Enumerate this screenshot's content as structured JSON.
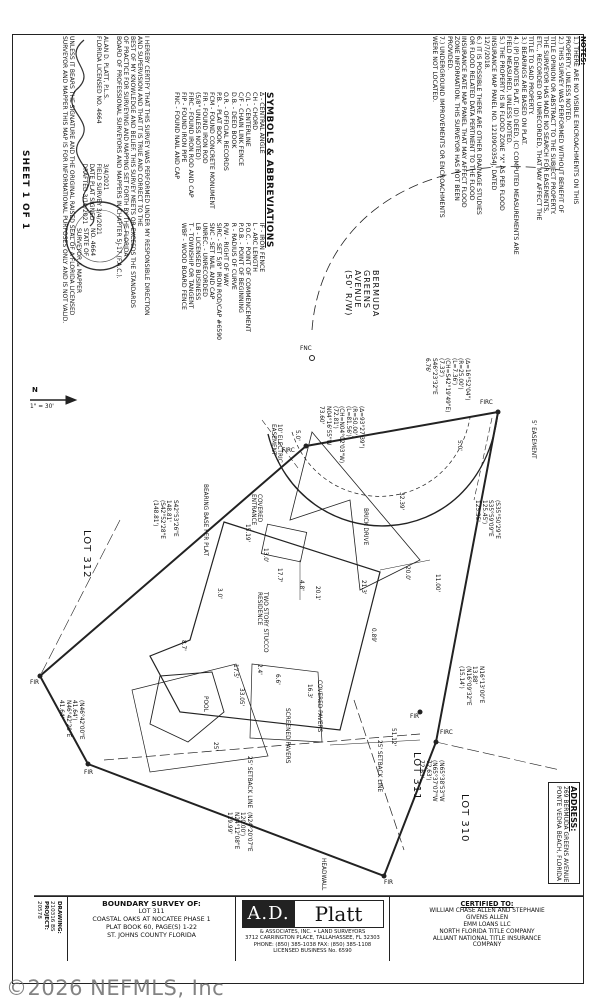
{
  "notes": {
    "heading": "NOTES:",
    "lines": [
      "1.) THERE ARE NO VISIBLE ENCROACHMENTS ON THIS",
      "PROPERTY, UNLESS NOTED.",
      "2.) THIS SURVEY WAS PERFORMED WITHOUT BENEFIT OF",
      "TITLE OPINION OR ABSTRACT TO THE SUBJECT PROPERTY.",
      "THE SURVEYOR HAS MADE NO SEARCH FOR EASEMENTS,",
      "ETC., RECORDED OR UNRECORDED, THAT MAY AFFECT THE",
      "TITLE TO SAID PROPERTY.",
      "3.) BEARINGS ARE BASED ON PLAT.",
      "4.) (P) DENOTES PLAT, (D) DEED, (C) COMPUTED MEASUREMENTS ARE",
      "FIELD MEASURED, UNLESS NOTED.",
      "5.) THE PROPERTY IS IN FLOOD ZONE \"X\" AS PER FLOOD",
      "INSURANCE MAP PANEL NO. 12109C0354J, DATED",
      "12/7/2018.",
      "6.) IT IS POSSIBLE THERE ARE OTHER DRAINAGE STUDIES",
      "OR FLOOD RELATED DATA PERTINENT TO THE FLOOD",
      "INSURANCE RATE MAP PANEL THAT MAY AFFECT FLOOD",
      "ZONE INFORMATION. THIS SURVEYOR HAS NOT BEEN",
      "PROVIDED.",
      "7.) UNDERGROUND IMPROVEMENTS OR ENCROACHMENTS",
      "WERE NOT LOCATED."
    ]
  },
  "symbols": {
    "heading": "SYMBOLS & ABBREVIATIONS",
    "col1": [
      "∆ - CENTRAL ANGLE",
      "CH - CHORD",
      "C/L - CENTERLINE",
      "C/F - CHAIN LINK FENCE",
      "D.B. - DEED BOOK",
      "O.R. - OFFICIAL RECORDS",
      "P.B. - PLAT BOOK",
      "FCM - FOUND CONCRETE MONUMENT",
      "FIR - FOUND IRON ROD",
      "(5/8\" UNLESS NOTED)",
      "FIRC - FOUND IRON ROD AND CAP",
      "FIP - FOUND IRON PIPE",
      "FNC - FOUND NAIL AND CAP"
    ],
    "col2": [
      "IF - IRON FENCE",
      "L - ARC LENGTH",
      "P.O.C. - POINT OF COMMENCEMENT",
      "P.O.B. - POINT OF BEGINNING",
      "R - RADIUS OF CURVE",
      "R/W - RIGHT OF WAY",
      "SIRC - SET 5/8\" IRON ROD/CAP #6590",
      "SNC - SET NAIL AND CAP",
      "UNREC. - UNRECORDED",
      "LB - LICENSED BUSINESS",
      "T - TOWNSHIP OR TANGENT",
      "WBF - WOOD BOARD FENCE"
    ]
  },
  "certification": {
    "lines": [
      "I HEREBY CERTIFY THAT THIS SURVEY WAS PERFORMED UNDER MY RESPONSIBLE DIRECTION",
      "AND SUPERVISION AND THAT IT IS TRUE AND CORRECT TO THE",
      "BEST OF MY KNOWLEDGE AND BELIEF. THIS SURVEY MEETS OR EXCEEDS THE STANDARDS",
      "OF PRACTICE FOR SURVEYING AND MAPPING SET FORTH BY THE FLORIDA",
      "BOARD OF PROFESSIONAL SURVEYORS AND MAPPERS IN CHAPTER 5J-17 (F.A.C.)."
    ],
    "signer": [
      "ALAN D. PLATT, P.L.S.",
      "FLORIDA LICENSED NO. 4664"
    ],
    "validity": [
      "UNLESS IT BEARS THE SIGNATURE AND THE ORIGINAL RAISED SEAL OF A FLORIDA LICENSED",
      "SURVEYOR AND MAPPER THIS MAP IS FOR INFORMATIONAL PURPOSES ONLY AND IS NOT VALID."
    ],
    "dates": [
      "FIELD SURVEY 3/4/2021",
      "DATE PLAT SIGNED",
      "DRAFTED 3/10/2021"
    ],
    "signature_date": "3/4/2021",
    "sheet": "SHEET 1 OF 1"
  },
  "seal": {
    "license": "NO. 4664",
    "state": "STATE OF",
    "ring": "SURVEYOR & MAPPER"
  },
  "north": {
    "letter": "N",
    "scale": "1\" = 30'"
  },
  "plat_labels": {
    "street": [
      "BERMUDA",
      "GREENS",
      "AVENUE",
      "(50' R/W)"
    ],
    "lot_312": "LOT 312",
    "lot_311": "LOT 311",
    "lot_310": "LOT 310",
    "electric_easement": [
      "10' ELECTRIC",
      "EASEMENT"
    ],
    "easement_5": "5' EASEMENT",
    "brick_drive": "BRICK DRIVE",
    "residence": [
      "TWO STORY STUCCO",
      "RESIDENCE"
    ],
    "covered_entrance": [
      "COVERED",
      "ENTRANCE"
    ],
    "covered_pavers": "COVERED PAVERS",
    "screened_pavers": "SCREENED PAVERS",
    "pool": "POOL",
    "setback_25": "25' SETBACK LINE",
    "setback_rear": "25' SETBACK LINE",
    "headwall": "HEADWALL",
    "bearing_base": "BEARING BASE PER PLAT",
    "curve1": [
      "(∆=16°52'04\")",
      "(R=25.00')",
      "(L=7.36')",
      "(CH=S42°19'49\"E)",
      "(7.33')",
      "S46°23'32\"E",
      "6.76'"
    ],
    "curve2": [
      "(∆=93°27'39\")",
      "(R=50.00')",
      "(L=81.56')",
      "(CH=N04°02'03\"W)",
      "(72.81')",
      "N04°16'55\"W",
      "73.60'"
    ],
    "line_s35": [
      "(S35°50'29\"E",
      "S35°59'09\"E",
      "125.45')",
      "125.35'"
    ],
    "line_n16": [
      "N16°13'00\"E",
      "13.88'",
      "(N16°09'32\"E",
      "(15.14')"
    ],
    "line_n46": [
      "(N46°42'00\"E",
      "41.64')",
      "N46°42'20\"E",
      "41.64'"
    ],
    "line_n24": [
      "(N24°20'07\"E",
      "120.00')",
      "N24°12'08\"E",
      "119.99'"
    ],
    "line_n65": [
      "(N65°38'53\"W",
      "(N65°37'07\"W",
      "72.63')",
      "72.63'"
    ],
    "line_s42": [
      "S42°53'26\"E",
      "148.81'",
      "(S42°52'28\"E",
      "(148.81')"
    ],
    "dims": [
      "32.39'",
      "20.0'",
      "11.00'",
      "21.3'",
      "15.19'",
      "13.0'",
      "20.1'",
      "4.8'",
      "17.7'",
      "3.0'",
      "0.89'",
      "51.12'",
      "17.5'",
      "2.4'",
      "16.3'",
      "33.05'",
      "25'",
      "6.6'",
      "8.7'",
      "5.0'",
      "5.0'"
    ],
    "markers": {
      "fnc": "FNC",
      "firc1": "FIRC",
      "firc2": "FIRC",
      "firc3": "FIRC",
      "fir1": "FIR",
      "fir2": "FIR",
      "fir3": "FIR",
      "fir4": "FIR"
    }
  },
  "title_block": {
    "drawing_label": "DRAWING:",
    "drawing_no": "210316 BS",
    "project_label": "PROJECT:",
    "project_no": "20578",
    "survey_heading": "BOUNDARY SURVEY OF:",
    "survey_lines": [
      "LOT 311",
      "COASTAL OAKS AT NOCATEE PHASE 1",
      "PLAT BOOK 60, PAGE(S) 1-22",
      "ST. JOHNS COUNTY FLORIDA"
    ],
    "logo_ad": "A.D.",
    "logo_platt": "Platt",
    "company": [
      "& ASSOCIATES, INC. • LAND SURVEYORS",
      "3712 CARRINGTON PLACE, TALLAHASSEE, FL 32303",
      "PHONE: (850) 385-1038   FAX: (850) 385-1108",
      "LICENSED BUSINESS No. 6590"
    ],
    "certified_heading": "CERTIFIED TO:",
    "certified_lines": [
      "WILLIAM CHASE ALLEN AND STEPHANIE",
      "GIVENS ALLEN",
      "EMM LOANS LLC",
      "NORTH FLORIDA TITLE COMPANY",
      "ALLIANT NATIONAL TITLE INSURANCE",
      "COMPANY"
    ]
  },
  "address": {
    "heading": "ADDRESS:",
    "lines": [
      "269 BERMUDA GREENS AVENUE",
      "PONTE VEDRA BEACH, FLORIDA"
    ]
  },
  "watermark": "©2026 NEFMLS, Inc"
}
